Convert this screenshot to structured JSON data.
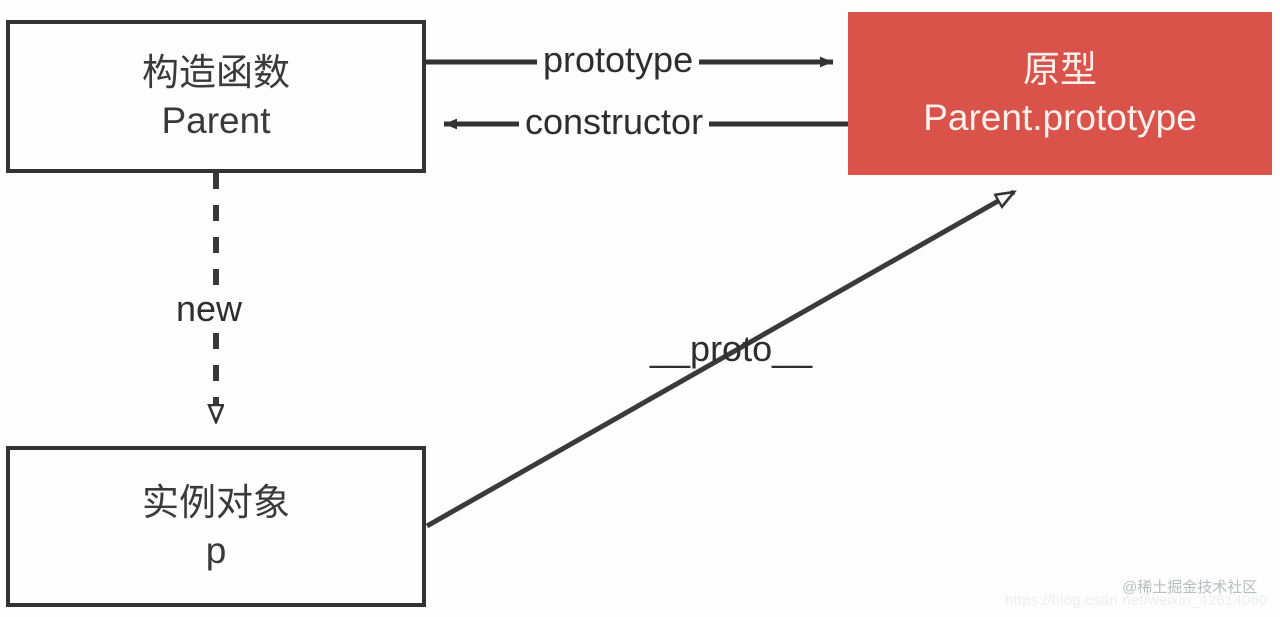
{
  "diagram": {
    "title": "JavaScript prototype relationship diagram",
    "background_color": "#fdfdfd",
    "accent_color": "#d9534a",
    "stroke_color": "#333333",
    "text_color": "#3a3a3a",
    "nodes": [
      {
        "id": "constructor",
        "line_cn": "构造函数",
        "line_en": "Parent",
        "style": "outlined",
        "fill": "#fdfdfd",
        "border": "#333333"
      },
      {
        "id": "prototype",
        "line_cn": "原型",
        "line_en": "Parent.prototype",
        "style": "filled",
        "fill": "#d9534a",
        "text": "#fdf0ec"
      },
      {
        "id": "instance",
        "line_cn": "实例对象",
        "line_en": "p",
        "style": "outlined",
        "fill": "#fdfdfd",
        "border": "#333333"
      }
    ],
    "edges": [
      {
        "id": "prototype-edge",
        "label": "prototype",
        "from": "constructor",
        "to": "prototype",
        "direction": "right",
        "line_style": "solid",
        "arrowhead": "filled-triangle"
      },
      {
        "id": "constructor-edge",
        "label": "constructor",
        "from": "prototype",
        "to": "constructor",
        "direction": "left",
        "line_style": "solid",
        "arrowhead": "filled-triangle"
      },
      {
        "id": "new-edge",
        "label": "new",
        "from": "constructor",
        "to": "instance",
        "direction": "down",
        "line_style": "dashed",
        "arrowhead": "hollow-triangle"
      },
      {
        "id": "proto-edge",
        "label": "__proto__",
        "from": "instance",
        "to": "prototype",
        "direction": "up-right",
        "line_style": "solid",
        "arrowhead": "hollow-triangle"
      }
    ]
  },
  "watermarks": {
    "brand": "@稀土掘金技术社区",
    "url": "https://blog.csdn.net/weixin_42614060"
  }
}
